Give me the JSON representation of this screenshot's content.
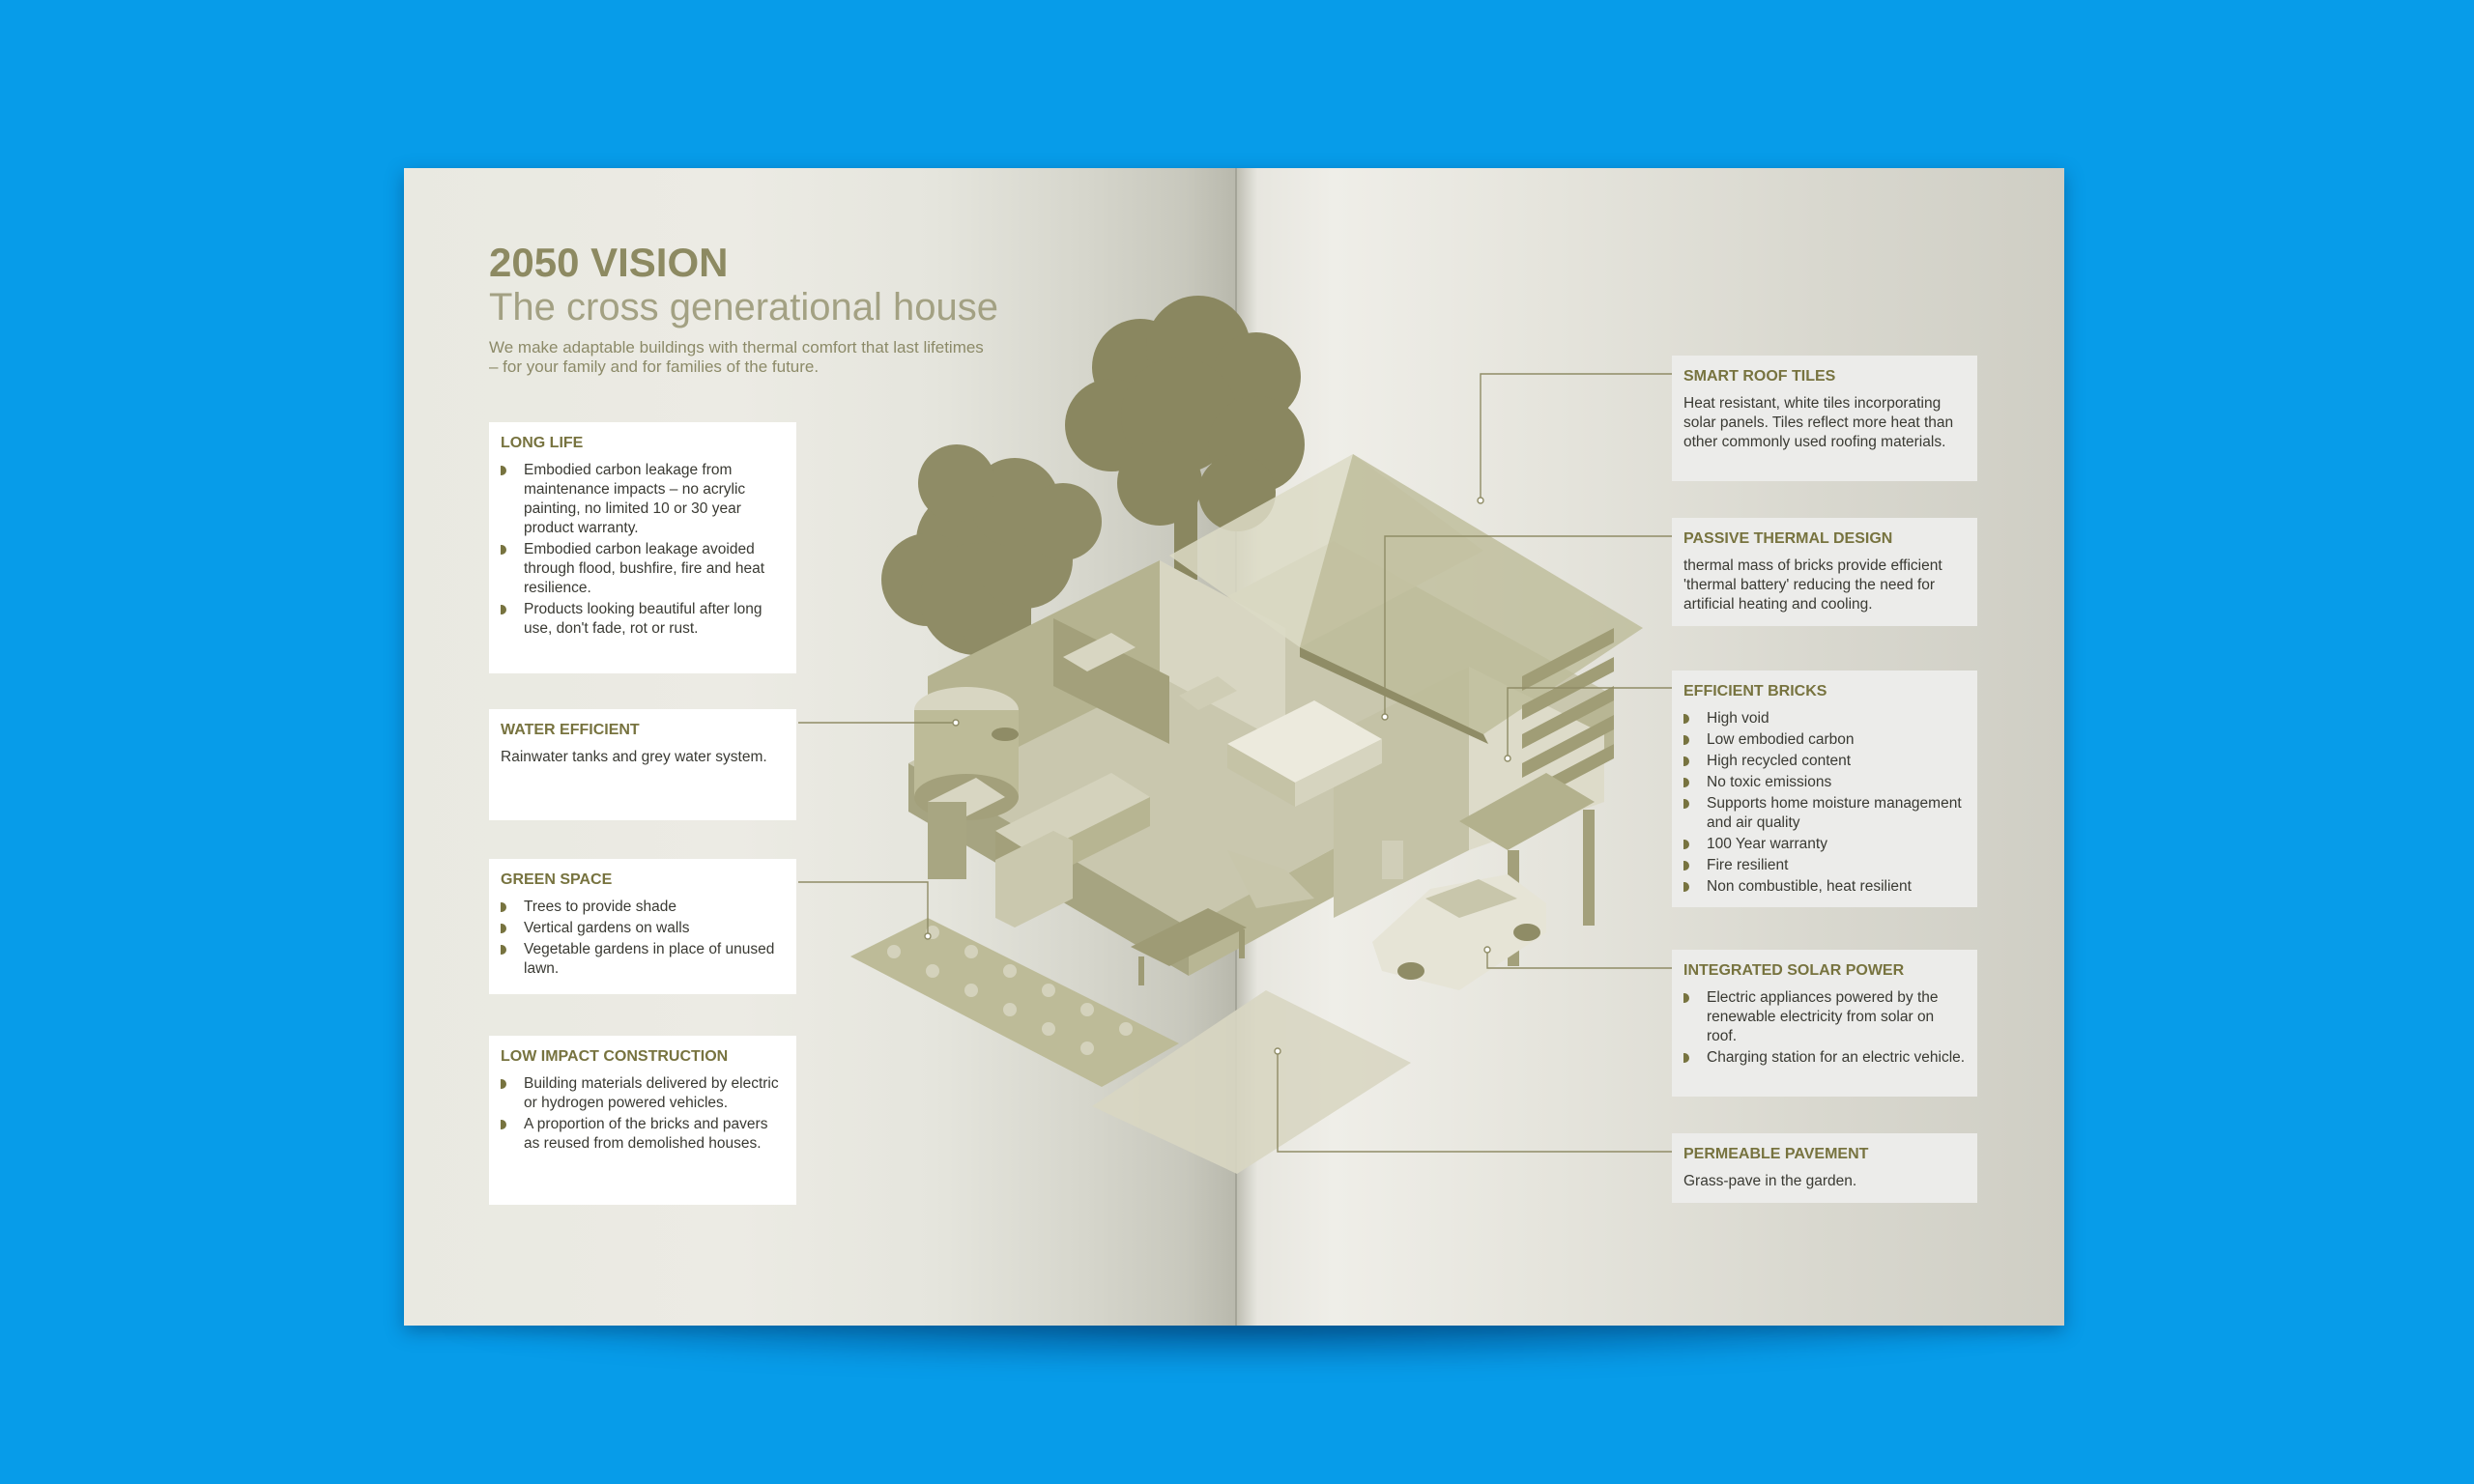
{
  "header": {
    "title": "2050 VISION",
    "subtitle": "The cross generational house",
    "intro": "We make adaptable buildings with thermal comfort that last lifetimes – for your family and for families of the future."
  },
  "left_cards": [
    {
      "title": "LONG LIFE",
      "items": [
        "Embodied carbon leakage from maintenance impacts – no acrylic painting, no limited 10 or 30 year product warranty.",
        "Embodied carbon leakage avoided through flood, bushfire, fire and heat resilience.",
        "Products looking beautiful after long use, don't fade, rot or rust."
      ]
    },
    {
      "title": "WATER EFFICIENT",
      "text": "Rainwater tanks and grey water system."
    },
    {
      "title": "GREEN SPACE",
      "items": [
        "Trees to provide shade",
        "Vertical gardens on walls",
        "Vegetable gardens in place of unused lawn."
      ]
    },
    {
      "title": "LOW IMPACT CONSTRUCTION",
      "items": [
        "Building materials delivered by electric or hydrogen powered vehicles.",
        "A proportion of the bricks and pavers as reused from demolished houses."
      ]
    }
  ],
  "right_cards": [
    {
      "title": "SMART ROOF TILES",
      "text": "Heat resistant, white tiles incorporating solar panels. Tiles reflect more heat than other commonly used roofing materials."
    },
    {
      "title": "PASSIVE THERMAL DESIGN",
      "text": "thermal mass of bricks provide efficient 'thermal battery' reducing the need for artificial heating and cooling."
    },
    {
      "title": "EFFICIENT BRICKS",
      "items": [
        "High void",
        "Low embodied carbon",
        "High recycled content",
        "No toxic emissions",
        "Supports home moisture management and air quality",
        "100 Year warranty",
        "Fire resilient",
        "Non combustible, heat resilient"
      ]
    },
    {
      "title": "INTEGRATED SOLAR POWER",
      "items": [
        "Electric appliances powered by the renewable electricity from solar on roof.",
        "Charging station for an electric vehicle."
      ]
    },
    {
      "title": "PERMEABLE PAVEMENT",
      "text": "Grass-pave in the garden."
    }
  ],
  "colors": {
    "background": "#079ce9",
    "accent": "#77733f",
    "illustration": "#8f8c66"
  }
}
